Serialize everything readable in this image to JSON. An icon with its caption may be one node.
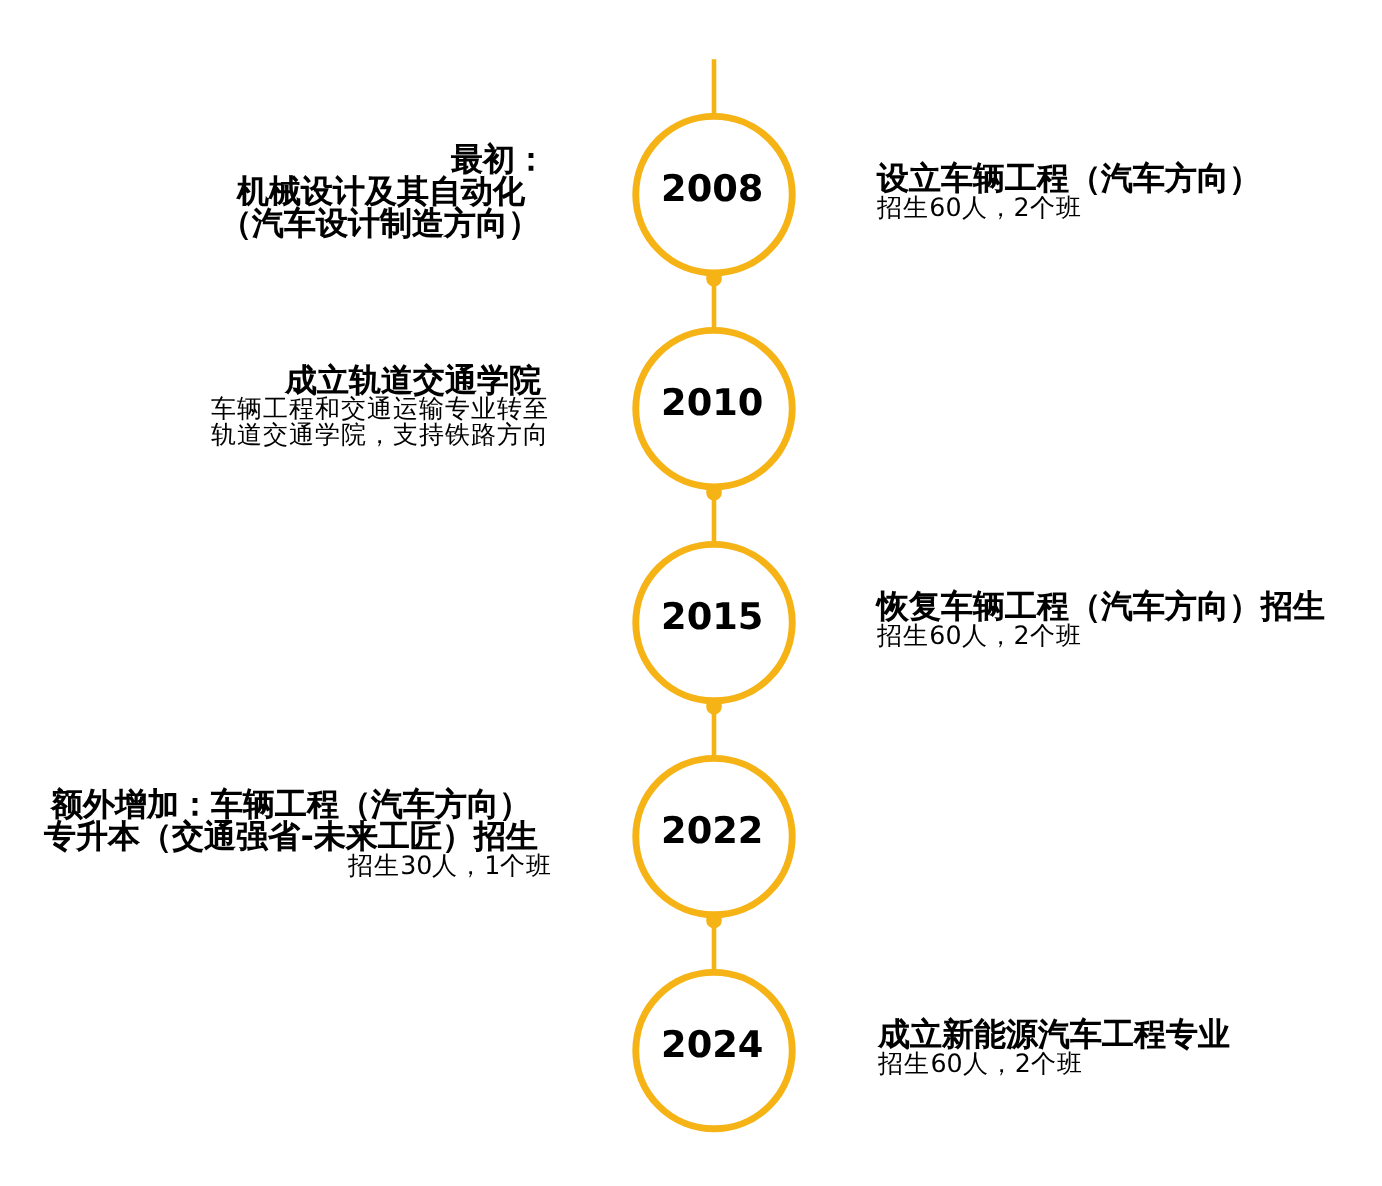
{
  "diagram": {
    "nodes": [
      {
        "text": [
          "2008"
        ],
        "beside": [
          "最初：",
          "机械设计及其自动化（汽车设计制造方向）",
          "设立车辆工程（汽车方向）",
          "招生60人，2个班"
        ]
      },
      {
        "text": [
          "2010"
        ],
        "beside": [
          "成立轨道交通学院",
          "车辆工程和交通运输专业转至轨道交通学院，支持铁路方向"
        ]
      },
      {
        "text": [
          "2015"
        ],
        "beside": [
          "恢复车辆工程（汽车方向）招生",
          "招生60人，2个班"
        ]
      },
      {
        "text": [
          "2022"
        ],
        "beside": [
          "额外增加：车辆工程（汽车方向）专升本（交通强省-未来工匠）招生",
          "招生30人，1个班"
        ]
      },
      {
        "text": [
          "2024"
        ],
        "beside": [
          "成立新能源汽车工程专业",
          "招生60人，2个班"
        ]
      }
    ],
    "edges": [
      {
        "from": null,
        "to": 0,
        "arrow": "none"
      },
      {
        "from": 0,
        "to": 1,
        "arrow": "other"
      },
      {
        "from": 1,
        "to": 2,
        "arrow": "other"
      },
      {
        "from": 2,
        "to": 3,
        "arrow": "other"
      },
      {
        "from": 3,
        "to": 4,
        "arrow": "other"
      }
    ]
  }
}
